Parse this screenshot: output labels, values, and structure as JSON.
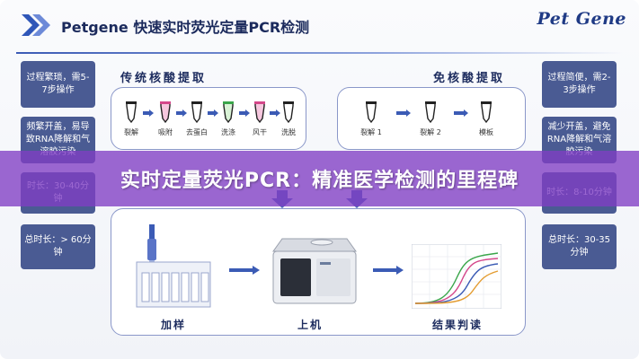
{
  "header": {
    "title": "Petgene 快速实时荧光定量PCR检测",
    "brand": "Pet Gene"
  },
  "banner": {
    "text": "实时定量荧光PCR：精准医学检测的里程碑"
  },
  "traditional": {
    "title": "传统核酸提取",
    "steps": [
      "裂解",
      "吸附",
      "去蛋白",
      "洗涤",
      "风干",
      "洗脱"
    ]
  },
  "free": {
    "title": "免核酸提取",
    "steps": [
      "裂解 1",
      "裂解 2",
      "模板"
    ]
  },
  "bottom": {
    "labels": [
      "加样",
      "上机",
      "结果判读"
    ]
  },
  "left_cards": [
    {
      "text": "过程繁琐，需5-7步操作"
    },
    {
      "text": "频繁开盖，易导致RNA降解和气溶胶污染"
    },
    {
      "text": "时长：30-40分钟"
    },
    {
      "text": "总时长：> 60分钟"
    }
  ],
  "right_cards": [
    {
      "text": "过程简便，需2-3步操作"
    },
    {
      "text": "减少开盖，避免RNA降解和气溶胶污染"
    },
    {
      "text": "时长：8-10分钟"
    },
    {
      "text": "总时长：30-35分钟"
    }
  ],
  "colors": {
    "card": "#4a5b93",
    "navy": "#1c2b5e",
    "banner": "#803ec4",
    "accent": "#3b5bb5"
  }
}
